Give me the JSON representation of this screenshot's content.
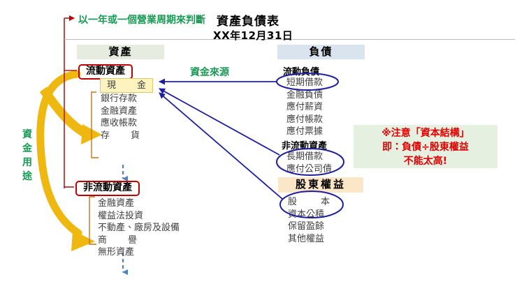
{
  "title": {
    "main": "資產負債表",
    "sub": "XX年12月31日"
  },
  "notes": {
    "top_rule": "以一年或一個營業周期來判斷",
    "source_of_funds": "資金來源",
    "use_of_funds": [
      "資",
      "金",
      "用",
      "途"
    ]
  },
  "warning": {
    "line1": "※注意「資本結構」",
    "line2": "即：負債÷股東權益",
    "line3": "不能太高!"
  },
  "assets": {
    "header": "資產",
    "current": {
      "label": "流動資產",
      "highlight_item": "現金",
      "items": [
        "銀行存款",
        "金融資產",
        "應收帳款",
        "存貨"
      ]
    },
    "noncurrent": {
      "label": "非流動資產",
      "items": [
        "金融資產",
        "權益法投資",
        "不動產、廠房及設備",
        "商譽",
        "無形資產"
      ]
    }
  },
  "liabilities": {
    "header": "負債",
    "current": {
      "label": "流動負債",
      "items": [
        "短期借款",
        "金融負債",
        "應付薪資",
        "應付帳款",
        "應付票據"
      ]
    },
    "noncurrent": {
      "label": "非流動資產",
      "items": [
        "長期借款",
        "應付公司債"
      ]
    }
  },
  "equity": {
    "header": "股東權益",
    "items": [
      "股本",
      "資本公積",
      "保留盈餘",
      "其他權益"
    ]
  },
  "colors": {
    "assets_header_bg": "#e7ece0",
    "liabilities_header_bg": "#d9e4ee",
    "equity_header_bg": "#fbe6c8",
    "cash_highlight_bg": "#fdf3bf",
    "red_outline": "#c00000",
    "green_text": "#1a9955",
    "blue_arrow": "#1f1f9e",
    "gold_arrow": "#efb810",
    "warning_bg": "#e5f0e1",
    "warning_text": "#e00000"
  }
}
